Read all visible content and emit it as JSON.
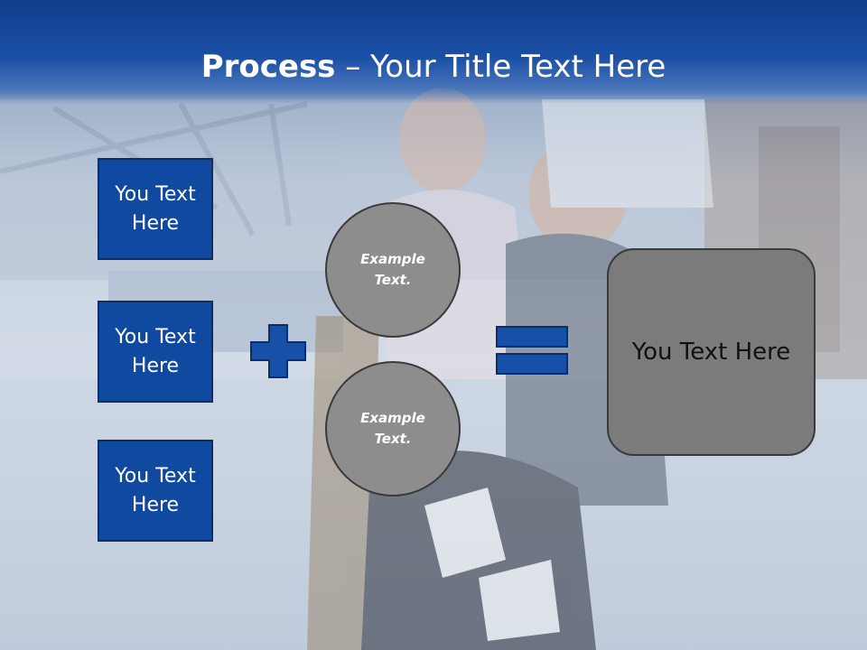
{
  "slide": {
    "title_bold": "Process",
    "title_rest": " – Your Title Text Here"
  },
  "left_boxes": [
    {
      "label": "You Text Here"
    },
    {
      "label": "You Text Here"
    },
    {
      "label": "You Text Here"
    }
  ],
  "circles": [
    {
      "label": "Example Text."
    },
    {
      "label": "Example Text."
    }
  ],
  "result": {
    "label": "You Text Here"
  },
  "icons": {
    "plus": "plus-icon",
    "equals": "equals-icon"
  },
  "colors": {
    "title_bar": "#1a4fa6",
    "box_fill": "#0f4aa0",
    "circle_fill": "#8d8d8d",
    "result_fill": "#7b7b7b"
  }
}
